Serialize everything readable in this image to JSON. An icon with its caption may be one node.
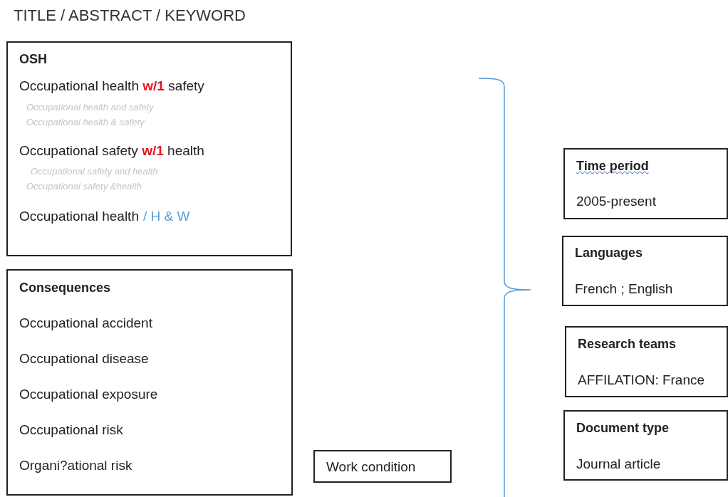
{
  "diagram": {
    "title": "TITLE / ABSTRACT / KEYWORD",
    "nodes": [
      {
        "text": [
          "OSH",
          "Occupational health **w/1** safety",
          "Occupational health and safety",
          "Occupational health & safety",
          "Occupational safety **w/1** health",
          "Occupational safety and health",
          "Occupational safety &health",
          "Occupational health",
          "/ H & W"
        ]
      },
      {
        "text": [
          "Consequences",
          "Occupational accident",
          "Occupational disease",
          "Occupational exposure",
          "Occupational risk",
          "Organi?ational risk"
        ]
      },
      {
        "text": [
          "Work condition"
        ]
      },
      {
        "text": [
          "Time period",
          "2005-present"
        ]
      },
      {
        "text": [
          "Languages",
          "French ; English"
        ]
      },
      {
        "text": [
          "Research teams",
          "AFFILATION: France"
        ]
      },
      {
        "text": [
          "Document type",
          "Journal article"
        ]
      }
    ],
    "edges": []
  }
}
